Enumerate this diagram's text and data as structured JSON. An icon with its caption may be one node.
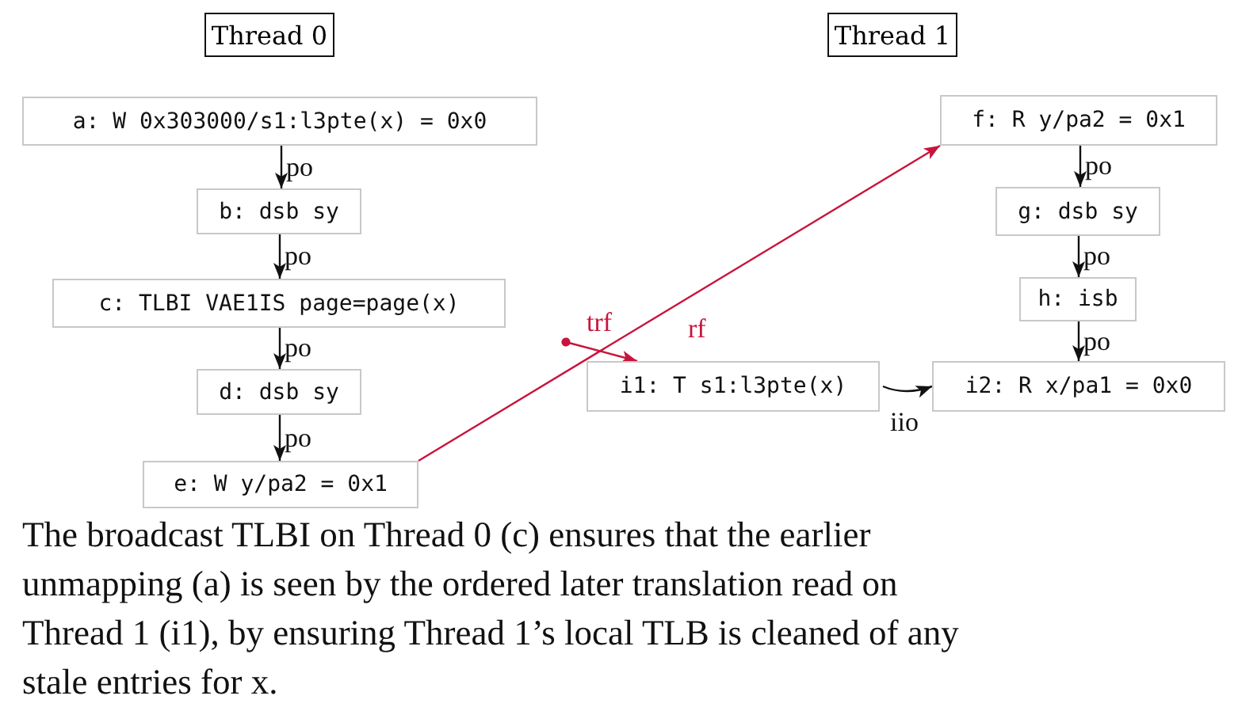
{
  "diagram": {
    "caption": "The broadcast TLBI on Thread 0 (c) ensures that the earlier unmapping (a) is seen by the ordered later translation read on Thread 1 (i1), by ensuring Thread 1’s local TLB is cleaned of any stale entries for x.",
    "nodes": [
      {
        "text": [
          "Thread 0"
        ]
      },
      {
        "text": [
          "Thread 1"
        ]
      },
      {
        "text": [
          "a: W 0x303000/s1:l3pte(x) = 0x0"
        ]
      },
      {
        "text": [
          "b: dsb sy"
        ]
      },
      {
        "text": [
          "c: TLBI VAE1IS page=page(x)"
        ]
      },
      {
        "text": [
          "d: dsb sy"
        ]
      },
      {
        "text": [
          "e: W y/pa2 = 0x1"
        ]
      },
      {
        "text": [
          "f: R y/pa2 = 0x1"
        ]
      },
      {
        "text": [
          "g: dsb sy"
        ]
      },
      {
        "text": [
          "h: isb"
        ]
      },
      {
        "text": [
          "i1: T s1:l3pte(x)"
        ]
      },
      {
        "text": [
          "i2: R x/pa1 = 0x0"
        ]
      }
    ],
    "edges": [
      {
        "from": 2,
        "to": 3,
        "arrow": "to",
        "label": "po"
      },
      {
        "from": 3,
        "to": 4,
        "arrow": "to",
        "label": "po"
      },
      {
        "from": 4,
        "to": 5,
        "arrow": "to",
        "label": "po"
      },
      {
        "from": 5,
        "to": 6,
        "arrow": "to",
        "label": "po"
      },
      {
        "from": 6,
        "to": 7,
        "arrow": "to",
        "label": "rf",
        "color": "#c8143c"
      },
      {
        "from": null,
        "to": 10,
        "arrow": "to",
        "label": "trf",
        "color": "#c8143c"
      },
      {
        "from": 7,
        "to": 8,
        "arrow": "to",
        "label": "po"
      },
      {
        "from": 8,
        "to": 9,
        "arrow": "to",
        "label": "po"
      },
      {
        "from": 9,
        "to": 11,
        "arrow": "to",
        "label": "po"
      },
      {
        "from": 10,
        "to": 11,
        "arrow": "to",
        "label": "iio"
      }
    ]
  }
}
